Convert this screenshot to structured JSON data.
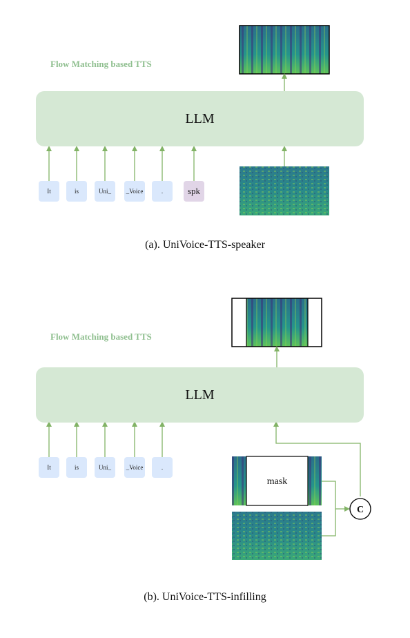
{
  "panel_a": {
    "flow_label": "Flow Matching based TTS",
    "llm_label": "LLM",
    "tokens": [
      "It",
      "is",
      "Uni_",
      "_Voice",
      ".",
      "spk"
    ],
    "caption": "(a). UniVoice-TTS-speaker"
  },
  "panel_b": {
    "flow_label": "Flow Matching based TTS",
    "llm_label": "LLM",
    "tokens": [
      "It",
      "is",
      "Uni_",
      "_Voice",
      "."
    ],
    "mask_label": "mask",
    "concat_label": "C",
    "caption": "(b). UniVoice-TTS-infilling"
  },
  "colors": {
    "arrow": "#82b366",
    "llm_fill": "#d5e8d4",
    "token_fill": "#dae8fc",
    "spk_fill": "#e1d5e7",
    "flow_label": "#8fbf8f"
  }
}
